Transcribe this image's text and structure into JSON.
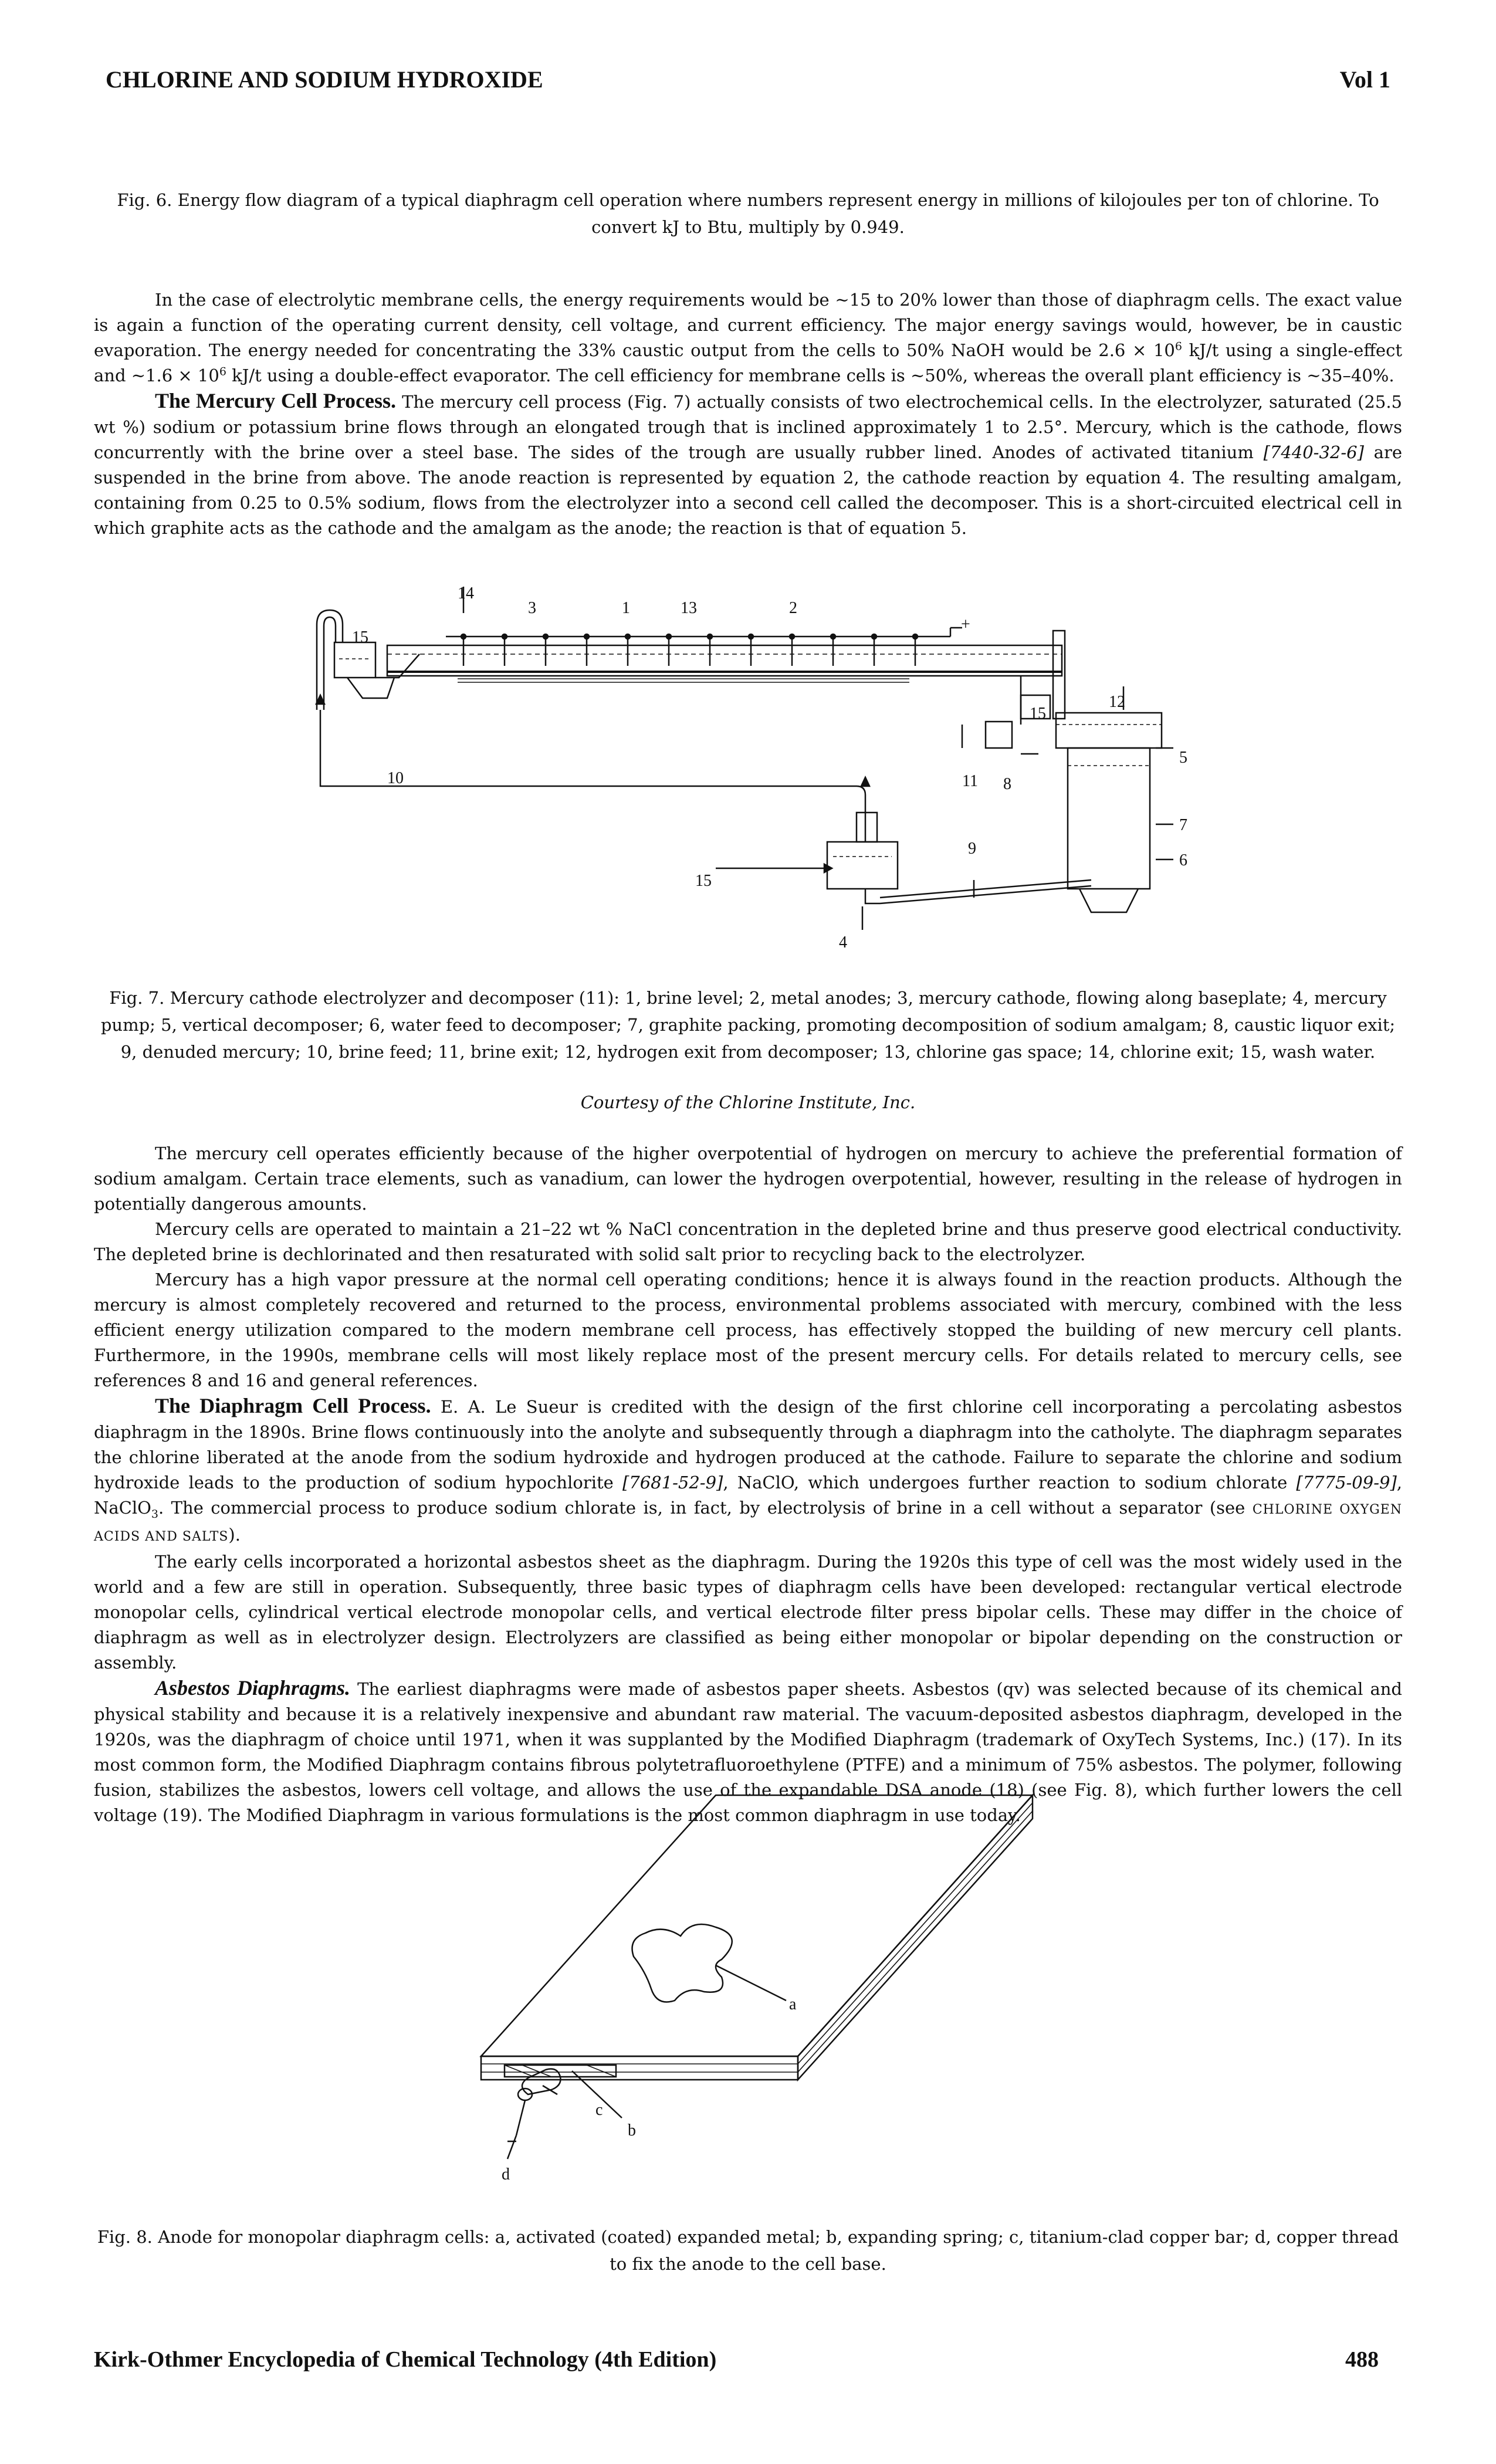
{
  "header": {
    "left": "CHLORINE AND SODIUM HYDROXIDE",
    "right": "Vol 1"
  },
  "fig6_caption": "Fig. 6. Energy flow diagram of a typical diaphragm cell operation where numbers represent energy in millions of kilojoules per ton of chlorine. To convert kJ to Btu, multiply by 0.949.",
  "para_membrane": {
    "t1": "In the case of electrolytic membrane cells, the energy requirements would be ~15 to 20% lower than those of diaphragm cells. The exact value is again a function of the operating current density, cell voltage, and current efficiency. The major energy savings would, however, be in caustic evaporation. The energy needed for concentrating the 33% caustic output from the cells to 50% NaOH would be 2.6 × 10",
    "e1": "6",
    "t2": " kJ/t using a single-effect and ~1.6 × 10",
    "e2": "6",
    "t3": " kJ/t using a double-effect evaporator. The cell efficiency for membrane cells is ~50%, whereas the overall plant efficiency is ~35–40%."
  },
  "mercury_section": {
    "heading": "The Mercury Cell Process.",
    "t1": "  The mercury cell process (Fig. 7) actually consists of two electrochemical cells. In the electrolyzer, saturated (25.5 wt %) sodium or potassium brine flows through an elongated trough that is inclined approximately 1 to 2.5°. Mercury, which is the cathode, flows concurrently with the brine over a steel base. The sides of the trough are usually rubber lined. Anodes of activated titanium ",
    "cas": "[7440-32-6]",
    "t2": " are suspended in the brine from above. The anode reaction is represented by equation 2, the cathode reaction by equation 4. The resulting amalgam, containing from 0.25 to 0.5% sodium, flows from the electrolyzer into a second cell called the decomposer. This is a short-circuited electrical cell in which graphite acts as the cathode and the amalgam as the anode; the reaction is that of equation 5."
  },
  "fig7": {
    "labels": {
      "n14": "14",
      "n3": "3",
      "n1": "1",
      "n13": "13",
      "n2": "2",
      "n15a": "15",
      "n10": "10",
      "plus": "+",
      "minus": "–",
      "n15b": "15",
      "n12": "12",
      "n11": "11",
      "n8": "8",
      "n5": "5",
      "n7": "7",
      "n6": "6",
      "n9": "9",
      "n15c": "15",
      "n4": "4"
    },
    "caption": "Fig. 7. Mercury cathode electrolyzer and decomposer (11): 1, brine level; 2, metal anodes; 3, mercury cathode, flowing along baseplate; 4, mercury pump; 5, vertical decomposer; 6, water feed to decomposer; 7, graphite packing, promoting decomposition of sodium amalgam; 8, caustic liquor exit; 9, denuded mercury; 10, brine feed; 11, brine exit; 12, hydrogen exit from decomposer; 13, chlorine gas space; 14, chlorine exit; 15, wash water.",
    "courtesy": "Courtesy of the Chlorine Institute, Inc."
  },
  "paras_mercury": [
    "The mercury cell operates efficiently because of the higher overpotential of hydrogen on mercury to achieve the preferential formation of sodium amalgam. Certain trace elements, such as vanadium, can lower the hydrogen overpotential, however, resulting in the release of hydrogen in potentially dangerous amounts.",
    "Mercury cells are operated to maintain a 21–22 wt % NaCl concentration in the depleted brine and thus preserve good electrical conductivity. The depleted brine is dechlorinated and then resaturated with solid salt prior to recycling back to the electrolyzer.",
    "Mercury has a high vapor pressure at the normal cell operating conditions; hence it is always found in the reaction products. Although the mercury is almost completely recovered and returned to the process, environmental problems associated with mercury, combined with the less efficient energy utilization compared to the modern membrane cell process, has effectively stopped the building of new mercury cell plants. Furthermore, in the 1990s, membrane cells will most likely replace most of the present mercury cells. For details related to mercury cells, see references 8 and 16 and general references."
  ],
  "diaphragm_section": {
    "heading": "The Diaphragm Cell Process.",
    "t1": "  E. A. Le Sueur is credited with the design of the first chlorine cell incorporating a percolating asbestos diaphragm in the 1890s. Brine flows continuously into the anolyte and subsequently through a diaphragm into the catholyte. The diaphragm separates the chlorine liberated at the anode from the sodium hydroxide and hydrogen produced at the cathode. Failure to separate the chlorine and sodium hydroxide leads to the production of sodium hypochlorite ",
    "cas1": "[7681-52-9]",
    "t2": ", NaClO, which undergoes further reaction to sodium chlorate ",
    "cas2": "[7775-09-9]",
    "t3": ", NaClO",
    "sub": "3",
    "t4": ". The commercial process to produce sodium chlorate is, in fact, by electrolysis of brine in a cell without a separator (see ",
    "xref": "Chlorine oxygen acids and salts",
    "t5": ").",
    "p2": "The early cells incorporated a horizontal asbestos sheet as the diaphragm. During the 1920s this type of cell was the most widely used in the world and a few are still in operation. Subsequently, three basic types of diaphragm cells have been developed: rectangular vertical electrode monopolar cells, cylindrical vertical electrode monopolar cells, and vertical electrode filter press bipolar cells. These may differ in the choice of diaphragm as well as in electrolyzer design. Electrolyzers are classified as being either monopolar or bipolar depending on the construction or assembly."
  },
  "asbestos_section": {
    "heading": "Asbestos Diaphragms.",
    "text": "  The earliest diaphragms were made of asbestos paper sheets. Asbestos (qv) was selected because of its chemical and physical stability and because it is a relatively inexpensive and abundant raw material. The vacuum-deposited asbestos diaphragm, developed in the 1920s, was the diaphragm of choice until 1971, when it was supplanted by the Modified Diaphragm (trademark of OxyTech Systems, Inc.) (17). In its most common form, the Modified Diaphragm contains fibrous polytetrafluoroethylene (PTFE) and a minimum of 75% asbestos. The polymer, following fusion, stabilizes the asbestos, lowers cell voltage, and allows the use of the expandable DSA anode (18) (see Fig. 8), which further lowers the cell voltage (19). The Modified Diaphragm in various formulations is the most common diaphragm in use today."
  },
  "fig8": {
    "labels": {
      "a": "a",
      "b": "b",
      "c": "c",
      "d": "d"
    },
    "caption": "Fig. 8. Anode for monopolar diaphragm cells: a, activated (coated) expanded metal; b, expanding spring; c, titanium-clad copper bar; d, copper thread to fix the anode to the cell base."
  },
  "footer": {
    "left": "Kirk-Othmer Encyclopedia of Chemical Technology (4th Edition)",
    "right": "488"
  }
}
